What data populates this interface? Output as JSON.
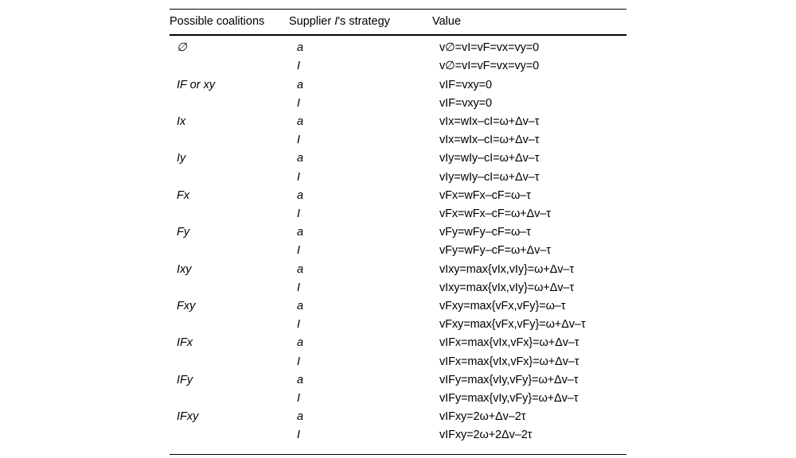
{
  "table": {
    "columns": [
      {
        "key": "coalition",
        "label": "Possible coalitions"
      },
      {
        "key": "strategy",
        "label_prefix": "Supplier ",
        "label_italic": "I",
        "label_suffix": "'s strategy",
        "label": "Supplier I's strategy"
      },
      {
        "key": "value",
        "label": "Value"
      }
    ],
    "rows": [
      {
        "coalition": "∅",
        "strategy": "a",
        "value": "v∅=vI=vF=vx=vy=0"
      },
      {
        "coalition": "",
        "strategy": "I",
        "value": "v∅=vI=vF=vx=vy=0"
      },
      {
        "coalition": "IF or xy",
        "strategy": "a",
        "value": "vIF=vxy=0"
      },
      {
        "coalition": "",
        "strategy": "I",
        "value": "vIF=vxy=0"
      },
      {
        "coalition": "Ix",
        "strategy": "a",
        "value": "vIx=wIx–cI=ω+Δv–τ"
      },
      {
        "coalition": "",
        "strategy": "I",
        "value": "vIx=wIx–cI=ω+Δv–τ"
      },
      {
        "coalition": "Iy",
        "strategy": "a",
        "value": "vIy=wIy–cI=ω+Δv–τ"
      },
      {
        "coalition": "",
        "strategy": "I",
        "value": "vIy=wIy–cI=ω+Δv–τ"
      },
      {
        "coalition": "Fx",
        "strategy": "a",
        "value": "vFx=wFx–cF=ω–τ"
      },
      {
        "coalition": "",
        "strategy": "I",
        "value": "vFx=wFx–cF=ω+Δv–τ"
      },
      {
        "coalition": "Fy",
        "strategy": "a",
        "value": "vFy=wFy–cF=ω–τ"
      },
      {
        "coalition": "",
        "strategy": "I",
        "value": "vFy=wFy–cF=ω+Δv–τ"
      },
      {
        "coalition": "Ixy",
        "strategy": "a",
        "value": "vIxy=max{vIx,vIy}=ω+Δv–τ"
      },
      {
        "coalition": "",
        "strategy": "I",
        "value": "vIxy=max{vIx,vIy}=ω+Δv–τ"
      },
      {
        "coalition": "Fxy",
        "strategy": "a",
        "value": "vFxy=max{vFx,vFy}=ω–τ"
      },
      {
        "coalition": "",
        "strategy": "I",
        "value": "vFxy=max{vFx,vFy}=ω+Δv–τ"
      },
      {
        "coalition": "IFx",
        "strategy": "a",
        "value": "vIFx=max{vIx,vFx}=ω+Δv–τ"
      },
      {
        "coalition": "",
        "strategy": "I",
        "value": "vIFx=max{vIx,vFx}=ω+Δv–τ"
      },
      {
        "coalition": "IFy",
        "strategy": "a",
        "value": "vIFy=max{vIy,vFy}=ω+Δv–τ"
      },
      {
        "coalition": "",
        "strategy": "I",
        "value": "vIFy=max{vIy,vFy}=ω+Δv–τ"
      },
      {
        "coalition": "IFxy",
        "strategy": "a",
        "value": "vIFxy=2ω+Δv–2τ"
      },
      {
        "coalition": "",
        "strategy": "I",
        "value": "vIFxy=2ω+2Δv–2τ"
      }
    ]
  },
  "colors": {
    "background": "#ffffff",
    "text": "#000000",
    "rule": "#000000"
  }
}
